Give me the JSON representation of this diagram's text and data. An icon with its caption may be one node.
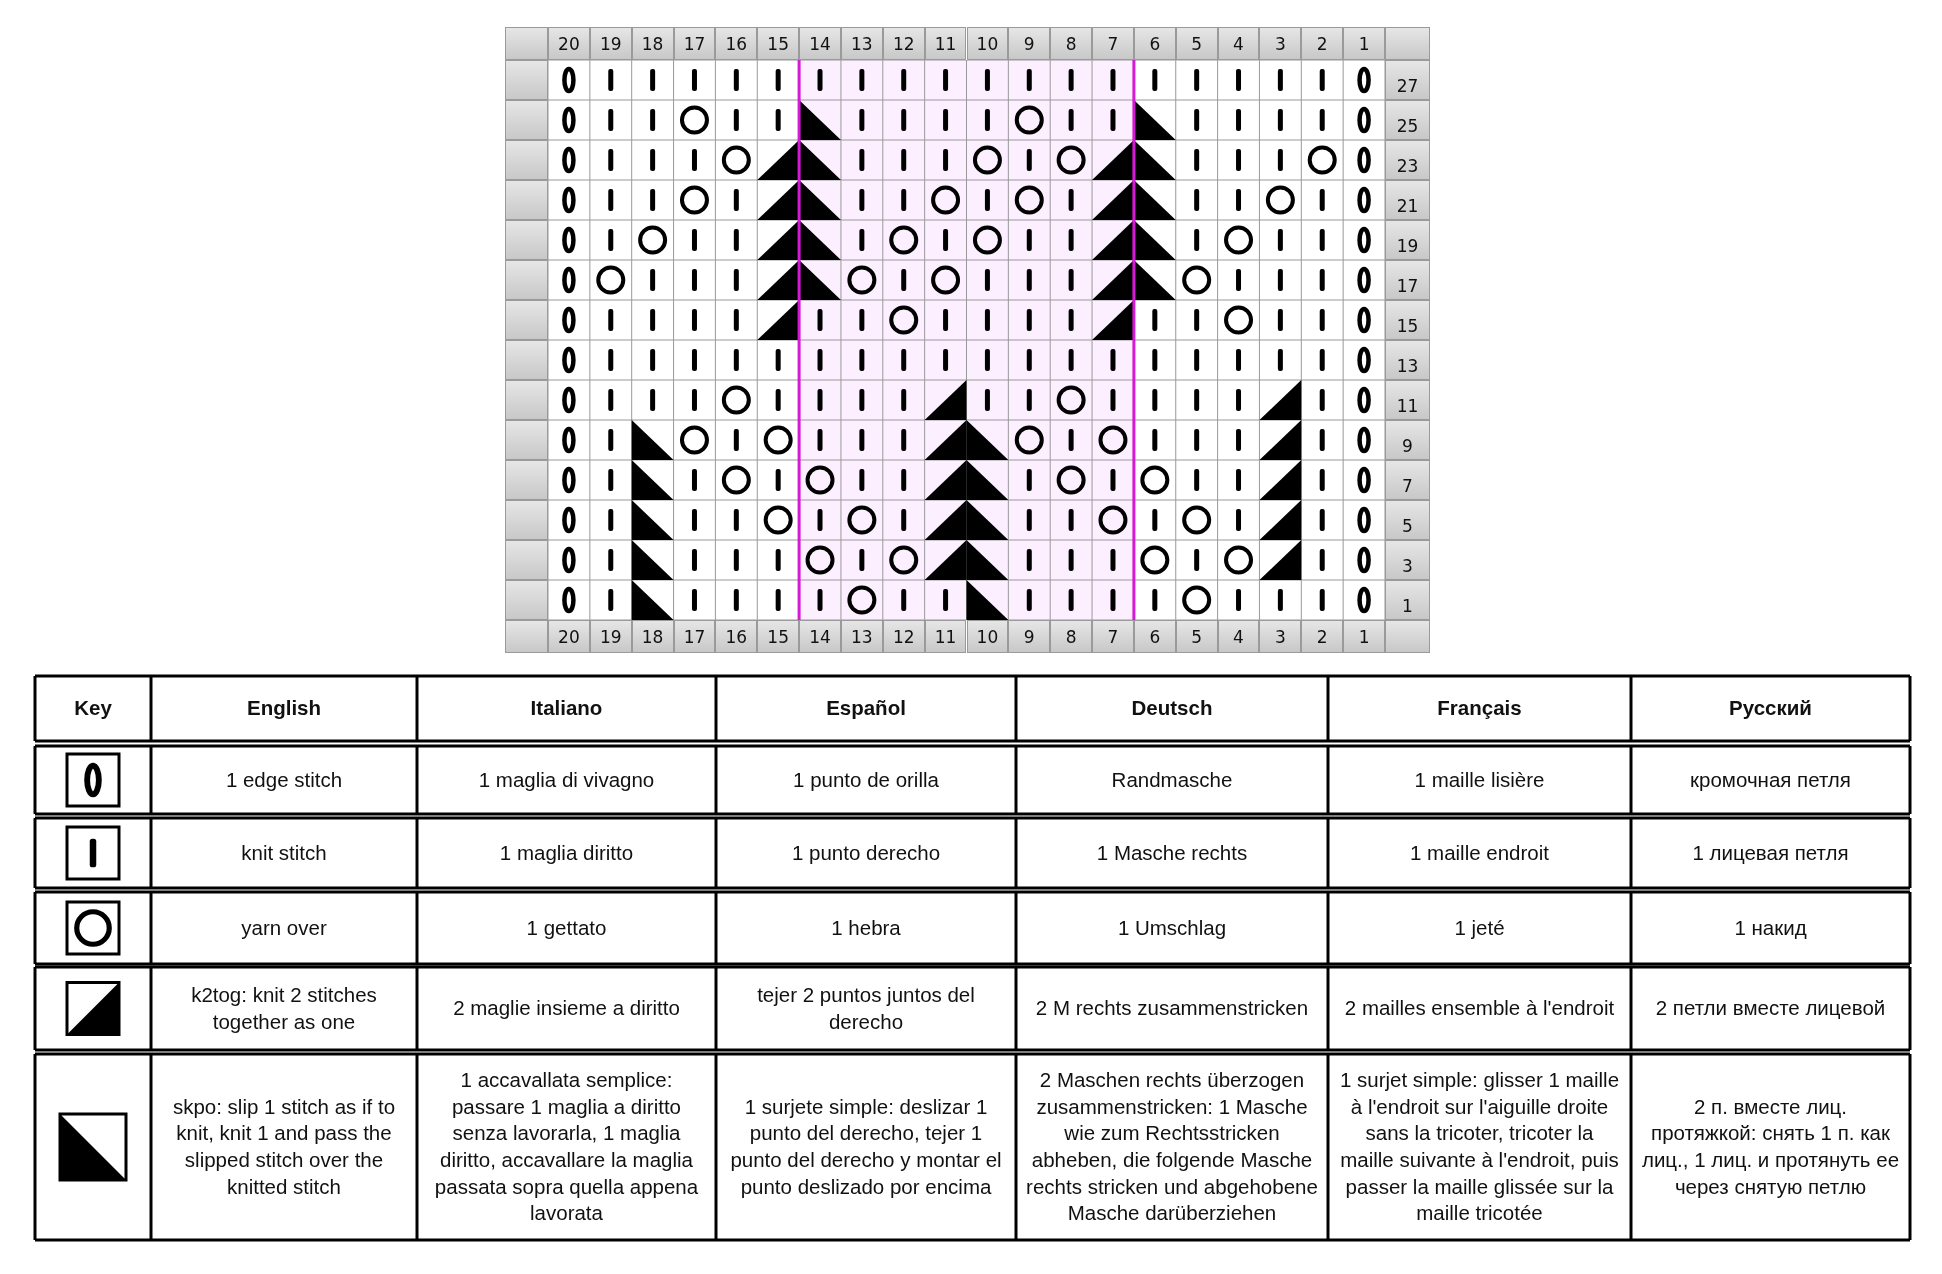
{
  "diagram": {
    "labels": [
      "20",
      "19",
      "18",
      "17",
      "16",
      "15",
      "14",
      "13",
      "12",
      "11",
      "10",
      "9",
      "8",
      "7",
      "6",
      "5",
      "4",
      "3",
      "2",
      "1",
      "27",
      "25",
      "23",
      "21",
      "19",
      "17",
      "15",
      "13",
      "11",
      "9",
      "7",
      "5",
      "3",
      "1",
      "20",
      "19",
      "18",
      "17",
      "16",
      "15",
      "14",
      "13",
      "12",
      "11",
      "10",
      "9",
      "8",
      "7",
      "6",
      "5",
      "4",
      "3",
      "2",
      "1",
      "Key",
      "English",
      "Italiano",
      "Español",
      "Deutsch",
      "Français",
      "Русский",
      "1 edge stitch",
      "1 maglia di vivagno",
      "1 punto de orilla",
      "Randmasche",
      "1 maille lisière",
      "кромочная петля",
      "knit stitch",
      "1 maglia diritto",
      "1 punto derecho",
      "1 Masche rechts",
      "1 maille endroit",
      "1 лицевая петля",
      "yarn over",
      "1 gettato",
      "1 hebra",
      "1 Umschlag",
      "1 jeté",
      "1 накид",
      "k2tog: knit 2 stitches together as one",
      "2 maglie insieme a diritto",
      "tejer 2 puntos juntos del derecho",
      "2 M rechts zusammenstricken",
      "2 mailles ensemble à l'endroit",
      "2 петли вместе лицевой",
      "skpo: slip 1 stitch as if to knit, knit 1 and pass the slipped stitch over the knitted stitch",
      "1 accavallata semplice: passare 1 maglia a diritto senza lavorarla, 1 maglia diritto, accavallare la maglia passata sopra quella appena lavorata",
      "1 surjete simple: deslizar 1 punto del derecho, tejer 1 punto del derecho y montar el punto deslizado por encima",
      "2 Maschen rechts überzogen zusammenstricken: 1 Masche wie zum Rechtsstricken abheben, die folgende Masche rechts stricken und abgehobene Masche darüberziehen",
      "1 surjet simple: glisser 1 maille à l'endroit sur l'aiguille droite sans la tricoter, tricoter la maille suivante à l'endroit, puis passer la maille glissée sur la maille tricotée",
      "2 п. вместе лиц. протяжкой: снять 1 п. как лиц., 1 лиц. и протянуть ее через снятую петлю"
    ]
  }
}
